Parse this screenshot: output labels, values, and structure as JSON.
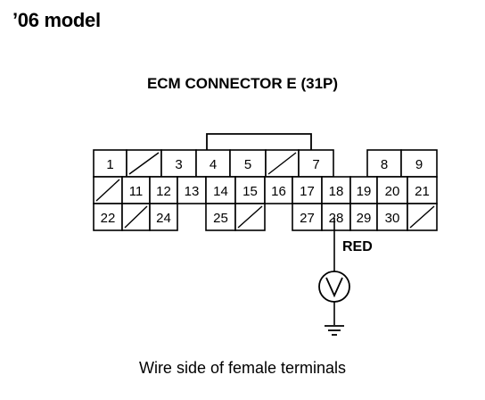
{
  "model_title": "’06 model",
  "connector_title": "ECM CONNECTOR E (31P)",
  "caption": "Wire side of female terminals",
  "wire": {
    "color_label": "RED"
  },
  "rows": [
    [
      "1",
      "/",
      "3",
      "4",
      "5",
      "/",
      "7",
      "",
      "8",
      "9"
    ],
    [
      "/",
      "11",
      "12",
      "13",
      "14",
      "15",
      "16",
      "17",
      "18",
      "19",
      "20",
      "21"
    ],
    [
      "22",
      "/",
      "24",
      "",
      "25",
      "/",
      "",
      "27",
      "28",
      "29",
      "30",
      "/"
    ]
  ],
  "meter_icon": "voltmeter-icon",
  "ground_icon": "ground-icon"
}
